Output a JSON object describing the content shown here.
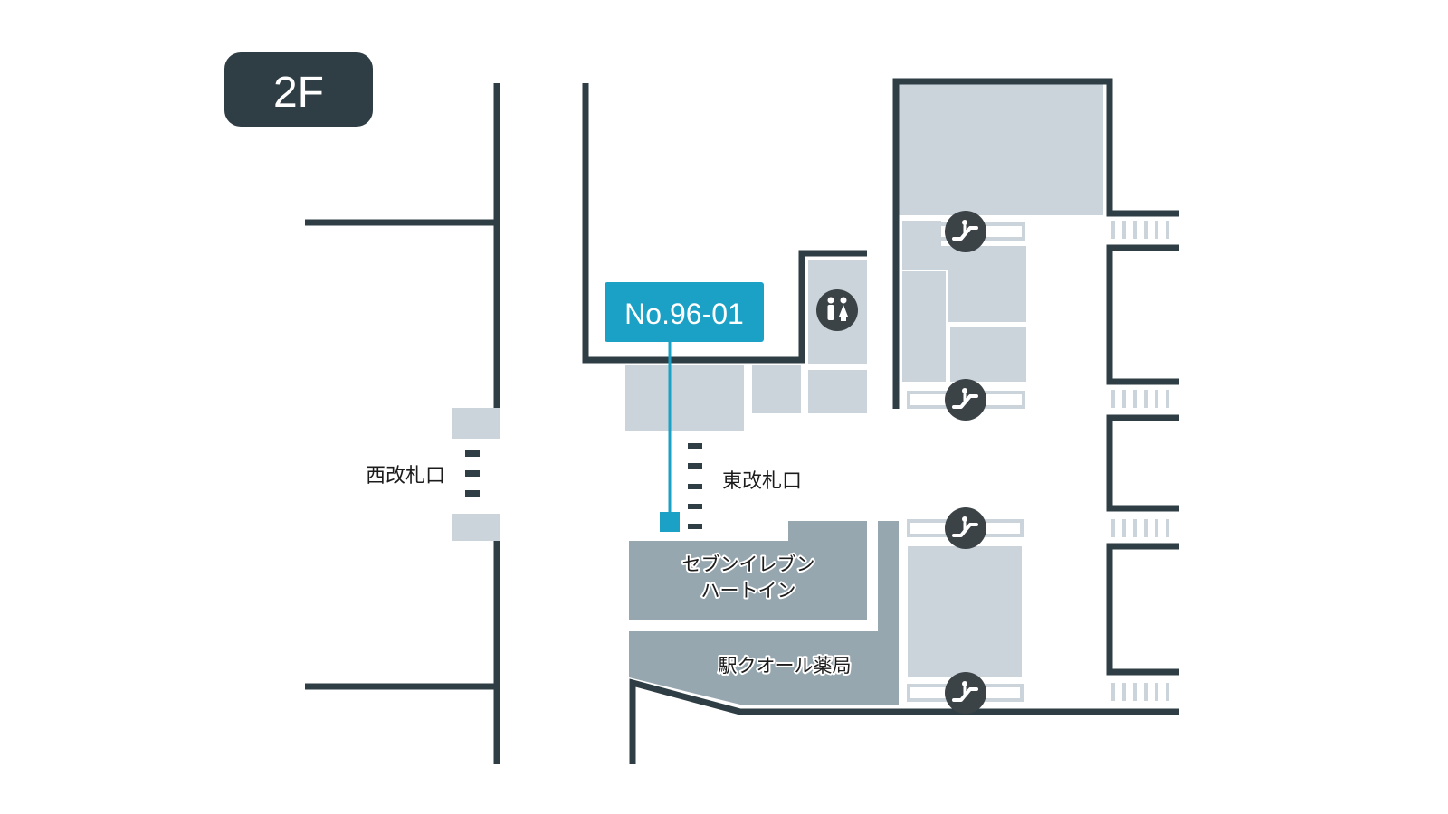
{
  "floor": {
    "label": "2F"
  },
  "marker": {
    "label": "No.96-01"
  },
  "gates": {
    "west": "西改札口",
    "east": "東改札口"
  },
  "shops": {
    "seven_eleven_line1": "セブンイレブン",
    "seven_eleven_line2": "ハートイン",
    "pharmacy": "駅クオール薬局"
  },
  "icons": [
    "restroom-icon",
    "escalator-icon"
  ],
  "colors": {
    "wall": "#2f3e45",
    "room_light": "#cad4da",
    "shop_dark": "#97a7b0",
    "accent": "#1ba1c6",
    "badge": "#2f3e45"
  }
}
